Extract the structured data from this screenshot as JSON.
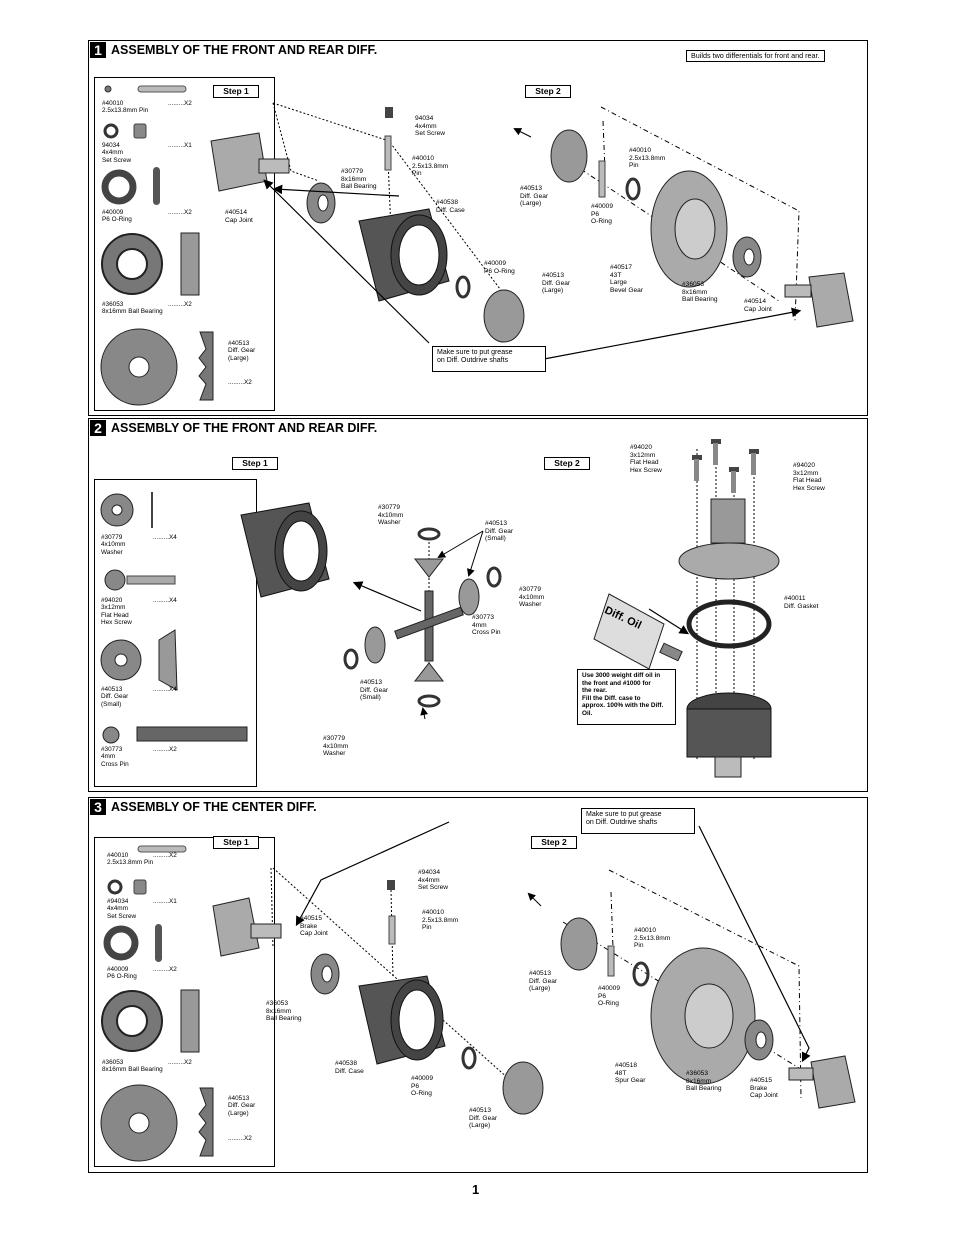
{
  "page_number": "1",
  "section1": {
    "number": "1",
    "title": "ASSEMBLY OF THE FRONT AND REAR DIFF.",
    "note_top": "Builds two differentials for front and rear.",
    "step1": "Step 1",
    "step2": "Step 2",
    "grease_note": [
      "Make sure to put grease",
      "on Diff. Outdrive shafts"
    ],
    "parts": [
      {
        "lines": [
          "#40010",
          "2.5x13.8mm Pin"
        ],
        "qty": ".........X2"
      },
      {
        "lines": [
          "94034",
          "4x4mm",
          "Set Screw"
        ],
        "qty": ".........X1"
      },
      {
        "lines": [
          "#40009",
          "P6 O-Ring"
        ],
        "qty": ".........X2"
      },
      {
        "lines": [
          "#36053",
          "8x16mm Ball Bearing"
        ],
        "qty": ".........X2"
      },
      {
        "lines": [
          "#40513",
          "Diff. Gear",
          "(Large)"
        ],
        "qty": ".........X2"
      }
    ],
    "labels": [
      {
        "id": "s1-94034",
        "lines": [
          "94034",
          "4x4mm",
          "Set Screw"
        ]
      },
      {
        "id": "s1-40010a",
        "lines": [
          "#40010",
          "2.5x13.8mm",
          "Pin"
        ]
      },
      {
        "id": "s1-30779",
        "lines": [
          "#30779",
          "8x16mm",
          "Ball Bearing"
        ]
      },
      {
        "id": "s1-40538",
        "lines": [
          "#40538",
          "Diff. Case"
        ]
      },
      {
        "id": "s1-40514a",
        "lines": [
          "#40514",
          "Cap Joint"
        ]
      },
      {
        "id": "s1-40009a",
        "lines": [
          "#40009",
          "P6 O-Ring"
        ]
      },
      {
        "id": "s1-40513a",
        "lines": [
          "#40513",
          "Diff. Gear",
          "(Large)"
        ]
      },
      {
        "id": "s1-40513b",
        "lines": [
          "#40513",
          "Diff. Gear",
          "(Large)"
        ]
      },
      {
        "id": "s1-40010b",
        "lines": [
          "#40010",
          "2.5x13.8mm",
          "Pin"
        ]
      },
      {
        "id": "s1-40009b",
        "lines": [
          "#40009",
          "P6",
          "O-Ring"
        ]
      },
      {
        "id": "s1-40517",
        "lines": [
          "#40517",
          "43T",
          "Large",
          "Bevel Gear"
        ]
      },
      {
        "id": "s1-36053",
        "lines": [
          "#36053",
          "8x16mm",
          "Ball Bearing"
        ]
      },
      {
        "id": "s1-40514b",
        "lines": [
          "#40514",
          "Cap Joint"
        ]
      }
    ]
  },
  "section2": {
    "number": "2",
    "title": "ASSEMBLY OF THE FRONT AND REAR DIFF.",
    "step1": "Step 1",
    "step2": "Step 2",
    "oil_label": "Diff. Oil",
    "oil_note": [
      "Use 3000 weight diff oil in",
      "the front and #1000 for",
      "the rear.",
      "Fill the Diff. case to",
      "approx. 100% with the Diff.",
      "Oil."
    ],
    "parts": [
      {
        "lines": [
          "#30779",
          "4x10mm",
          "Washer"
        ],
        "qty": ".........X4"
      },
      {
        "lines": [
          "#94020",
          "3x12mm",
          "Flat  Head",
          "Hex Screw"
        ],
        "qty": ".........X4"
      },
      {
        "lines": [
          "#40513",
          "Diff. Gear",
          "(Small)"
        ],
        "qty": ".........X4"
      },
      {
        "lines": [
          "#30773",
          "4mm",
          "Cross Pin"
        ],
        "qty": ".........X2"
      }
    ],
    "labels": [
      {
        "id": "s2-30779a",
        "lines": [
          "#30779",
          "4x10mm",
          "Washer"
        ]
      },
      {
        "id": "s2-40513a",
        "lines": [
          "#40513",
          "Diff. Gear",
          "(Small)"
        ]
      },
      {
        "id": "s2-30779b",
        "lines": [
          "#30779",
          "4x10mm",
          "Washer"
        ]
      },
      {
        "id": "s2-30773",
        "lines": [
          "#30773",
          "4mm",
          "Cross Pin"
        ]
      },
      {
        "id": "s2-40513b",
        "lines": [
          "#40513",
          "Diff. Gear",
          "(Small)"
        ]
      },
      {
        "id": "s2-30779c",
        "lines": [
          "#30779",
          "4x10mm",
          "Washer"
        ]
      },
      {
        "id": "s2-94020a",
        "lines": [
          "#94020",
          "3x12mm",
          "Flat  Head",
          "Hex Screw"
        ]
      },
      {
        "id": "s2-94020b",
        "lines": [
          "#94020",
          "3x12mm",
          "Flat  Head",
          "Hex Screw"
        ]
      },
      {
        "id": "s2-40011",
        "lines": [
          "#40011",
          "Diff. Gasket"
        ]
      }
    ]
  },
  "section3": {
    "number": "3",
    "title": "ASSEMBLY OF THE CENTER DIFF.",
    "step1": "Step 1",
    "step2": "Step 2",
    "grease_note": [
      "Make sure to put grease",
      "on Diff. Outdrive shafts"
    ],
    "parts": [
      {
        "lines": [
          "#40010",
          "2.5x13.8mm Pin"
        ],
        "qty": ".........X2"
      },
      {
        "lines": [
          "#94034",
          "4x4mm",
          "Set Screw"
        ],
        "qty": ".........X1"
      },
      {
        "lines": [
          "#40009",
          "P6 O-Ring"
        ],
        "qty": ".........X2"
      },
      {
        "lines": [
          "#36053",
          "8x16mm Ball Bearing"
        ],
        "qty": ".........X2"
      },
      {
        "lines": [
          "#40513",
          "Diff. Gear",
          "(Large)"
        ],
        "qty": ".........X2"
      }
    ],
    "labels": [
      {
        "id": "s3-94034",
        "lines": [
          "#94034",
          "4x4mm",
          "Set Screw"
        ]
      },
      {
        "id": "s3-40515a",
        "lines": [
          "#40515",
          "Brake",
          "Cap Joint"
        ]
      },
      {
        "id": "s3-40010a",
        "lines": [
          "#40010",
          "2.5x13.8mm",
          "Pin"
        ]
      },
      {
        "id": "s3-36053a",
        "lines": [
          "#36053",
          "8x16mm",
          "Ball Bearing"
        ]
      },
      {
        "id": "s3-40538",
        "lines": [
          "#40538",
          "Diff. Case"
        ]
      },
      {
        "id": "s3-40009a",
        "lines": [
          "#40009",
          "P6",
          "O-Ring"
        ]
      },
      {
        "id": "s3-40513a",
        "lines": [
          "#40513",
          "Diff. Gear",
          "(Large)"
        ]
      },
      {
        "id": "s3-40513b",
        "lines": [
          "#40513",
          "Diff. Gear",
          "(Large)"
        ]
      },
      {
        "id": "s3-40010b",
        "lines": [
          "#40010",
          "2.5x13.8mm",
          "Pin"
        ]
      },
      {
        "id": "s3-40009b",
        "lines": [
          "#40009",
          "P6",
          "O-Ring"
        ]
      },
      {
        "id": "s3-40518",
        "lines": [
          "#40518",
          "48T",
          "Spur Gear"
        ]
      },
      {
        "id": "s3-36053b",
        "lines": [
          "#36053",
          "8x16mm",
          "Ball Bearing"
        ]
      },
      {
        "id": "s3-40515b",
        "lines": [
          "#40515",
          "Brake",
          "Cap Joint"
        ]
      }
    ]
  }
}
